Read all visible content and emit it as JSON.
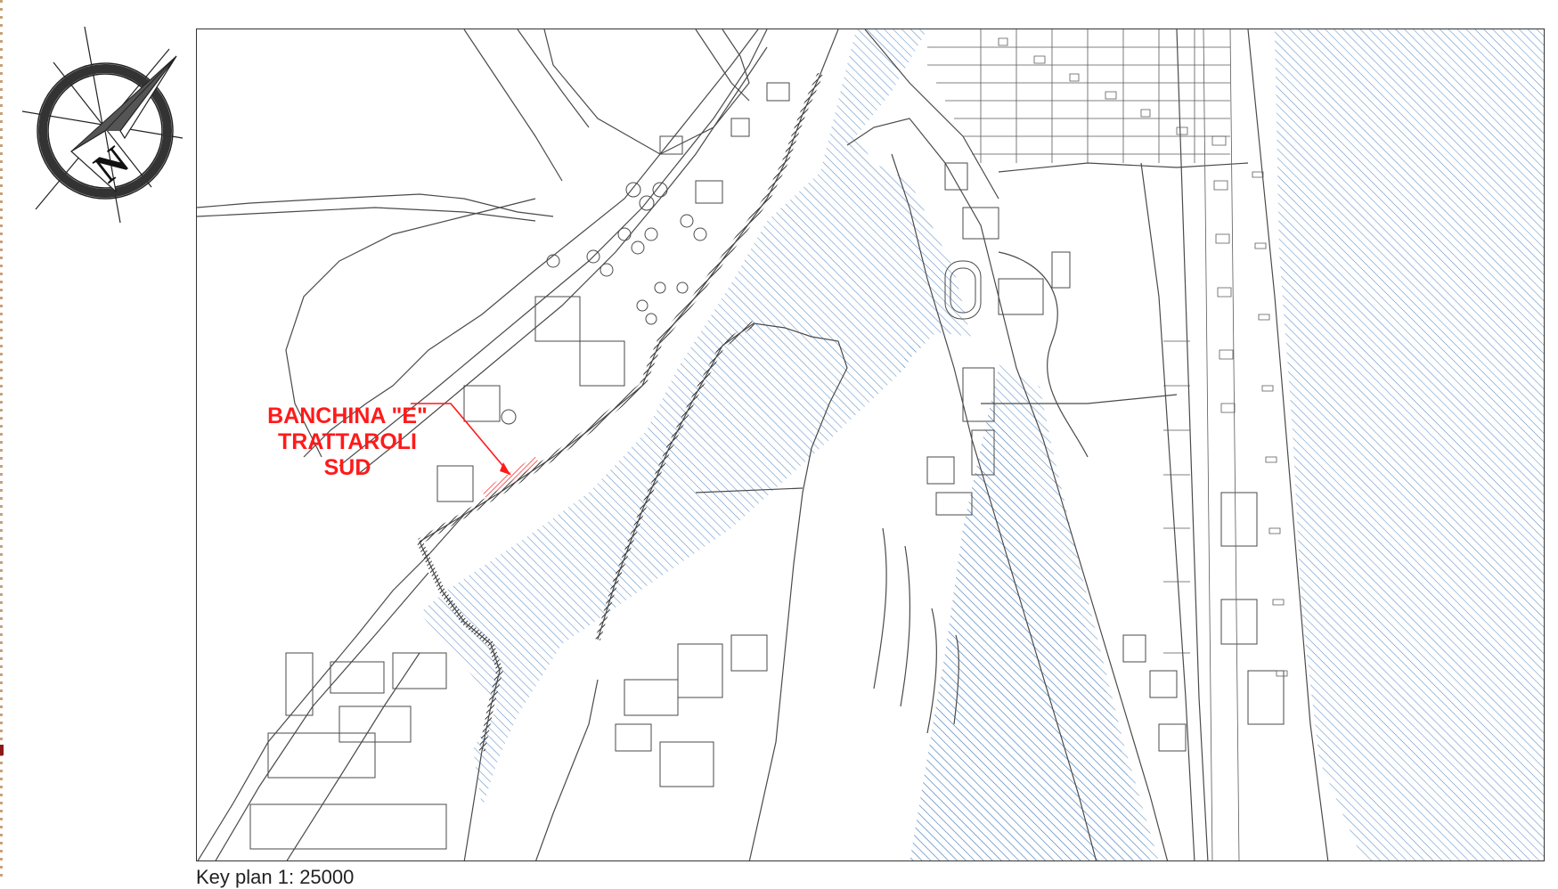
{
  "map": {
    "callout": {
      "lines": [
        "BANCHINA \"E\"",
        "TRATTAROLI",
        "SUD"
      ],
      "color": "#ff1a1a"
    },
    "compass": {
      "north_letter": "N"
    },
    "scale_text": "Key plan 1: 25000",
    "colors": {
      "water_hatch": "#5b8ec7",
      "frame": "#333333",
      "linework": "#4a4a4a",
      "quay": "#000000",
      "highlight": "#ff1a1a"
    }
  }
}
